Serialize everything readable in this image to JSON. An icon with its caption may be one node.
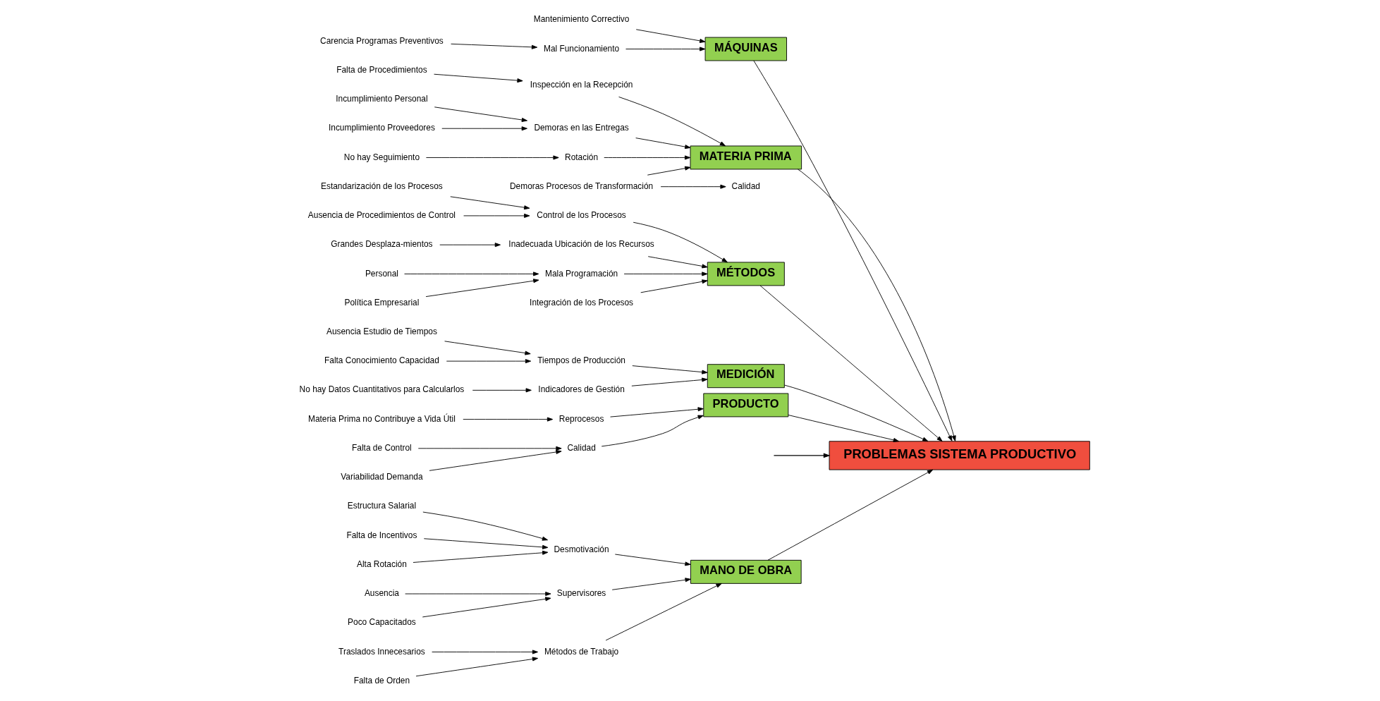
{
  "diagram": {
    "nodes": [
      {
        "text": [
          "MANO DE OBRA"
        ]
      },
      {
        "text": [
          "MÁQUINAS"
        ]
      },
      {
        "text": [
          "MATERIA PRIMA"
        ]
      },
      {
        "text": [
          "PROBLEMAS SISTEMA PRODUCTIVO"
        ]
      },
      {
        "text": [
          "MÉTODOS"
        ]
      },
      {
        "text": [
          "MEDICIÓN"
        ]
      },
      {
        "text": [
          "PRODUCTO"
        ]
      },
      {
        "text": [
          "Desmotivación"
        ]
      },
      {
        "text": [
          "Estructura Salarial"
        ]
      },
      {
        "text": [
          "Falta de Incentivos"
        ]
      },
      {
        "text": [
          "Alta Rotación"
        ]
      },
      {
        "text": [
          "Supervisores"
        ]
      },
      {
        "text": [
          "Ausencia"
        ]
      },
      {
        "text": [
          "Poco Capacitados"
        ]
      },
      {
        "text": [
          "Métodos de Trabajo"
        ]
      },
      {
        "text": [
          "Traslados Innecesarios"
        ]
      },
      {
        "text": [
          "Falta de Orden"
        ]
      },
      {
        "text": [
          "Mantenimiento Correctivo"
        ]
      },
      {
        "text": [
          "Mal Funcionamiento"
        ]
      },
      {
        "text": [
          "Carencia Programas Preventivos"
        ]
      },
      {
        "text": [
          "Inspección en la Recepción"
        ]
      },
      {
        "text": [
          "Falta de Procedimientos"
        ]
      },
      {
        "text": [
          "Demoras Procesos de Transformación"
        ]
      },
      {
        "text": [
          "Calidad"
        ]
      },
      {
        "text": [
          "Demoras en las Entregas"
        ]
      },
      {
        "text": [
          "Incumplimiento Personal"
        ]
      },
      {
        "text": [
          "Incumplimiento Proveedores"
        ]
      },
      {
        "text": [
          "Rotación"
        ]
      },
      {
        "text": [
          "No hay Seguimiento"
        ]
      },
      {
        "text": [
          "Control de los Procesos"
        ]
      },
      {
        "text": [
          "Estandarización de los Procesos"
        ]
      },
      {
        "text": [
          "Ausencia de Procedimientos de Control"
        ]
      },
      {
        "text": [
          "Inadecuada Ubicación de los Recursos"
        ]
      },
      {
        "text": [
          "Grandes Desplaza-mientos"
        ]
      },
      {
        "text": [
          "Mala Programación"
        ]
      },
      {
        "text": [
          "Personal"
        ]
      },
      {
        "text": [
          "Política Empresarial"
        ]
      },
      {
        "text": [
          "Integración de los Procesos"
        ]
      },
      {
        "text": [
          "Tiempos de Producción"
        ]
      },
      {
        "text": [
          "Ausencia Estudio de Tiempos"
        ]
      },
      {
        "text": [
          "Falta Conocimiento Capacidad"
        ]
      },
      {
        "text": [
          "Indicadores de Gestión"
        ]
      },
      {
        "text": [
          "No hay Datos Cuantitativos para Calcularlos"
        ]
      },
      {
        "text": [
          "Reprocesos"
        ]
      },
      {
        "text": [
          "Materia Prima no Contribuye a Vida Útil"
        ]
      },
      {
        "text": [
          "Calidad"
        ]
      },
      {
        "text": [
          "Falta de Control"
        ]
      },
      {
        "text": [
          "Variabilidad Demanda"
        ]
      }
    ],
    "edges": [
      {
        "from": null,
        "to": 3,
        "arrow": "to"
      },
      {
        "from": 0,
        "to": 3,
        "arrow": "to"
      },
      {
        "from": 1,
        "to": 3,
        "arrow": "to"
      },
      {
        "from": 2,
        "to": 3,
        "arrow": "to"
      },
      {
        "from": 4,
        "to": 3,
        "arrow": "to"
      },
      {
        "from": 5,
        "to": 3,
        "arrow": "to"
      },
      {
        "from": 6,
        "to": 3,
        "arrow": "to"
      },
      {
        "from": 7,
        "to": 0,
        "arrow": "to"
      },
      {
        "from": 8,
        "to": 7,
        "arrow": "to"
      },
      {
        "from": 9,
        "to": 7,
        "arrow": "to"
      },
      {
        "from": 10,
        "to": 7,
        "arrow": "to"
      },
      {
        "from": 11,
        "to": 0,
        "arrow": "to"
      },
      {
        "from": 12,
        "to": 11,
        "arrow": "to"
      },
      {
        "from": 13,
        "to": 11,
        "arrow": "to"
      },
      {
        "from": 14,
        "to": 0,
        "arrow": "to"
      },
      {
        "from": 15,
        "to": 14,
        "arrow": "to"
      },
      {
        "from": 16,
        "to": 14,
        "arrow": "to"
      },
      {
        "from": 17,
        "to": 1,
        "arrow": "to"
      },
      {
        "from": 18,
        "to": 1,
        "arrow": "to"
      },
      {
        "from": 19,
        "to": 18,
        "arrow": "to"
      },
      {
        "from": 20,
        "to": 2,
        "arrow": "to"
      },
      {
        "from": 21,
        "to": 20,
        "arrow": "to"
      },
      {
        "from": 22,
        "to": 2,
        "arrow": "to"
      },
      {
        "from": 22,
        "to": 23,
        "arrow": "to"
      },
      {
        "from": 24,
        "to": 2,
        "arrow": "to"
      },
      {
        "from": 25,
        "to": 24,
        "arrow": "to"
      },
      {
        "from": 26,
        "to": 24,
        "arrow": "to"
      },
      {
        "from": 27,
        "to": 2,
        "arrow": "to"
      },
      {
        "from": 28,
        "to": 27,
        "arrow": "to"
      },
      {
        "from": 29,
        "to": 4,
        "arrow": "to"
      },
      {
        "from": 30,
        "to": 29,
        "arrow": "to"
      },
      {
        "from": 31,
        "to": 29,
        "arrow": "to"
      },
      {
        "from": 32,
        "to": 4,
        "arrow": "to"
      },
      {
        "from": 33,
        "to": 32,
        "arrow": "to"
      },
      {
        "from": 34,
        "to": 4,
        "arrow": "to"
      },
      {
        "from": 35,
        "to": 34,
        "arrow": "to"
      },
      {
        "from": 36,
        "to": 34,
        "arrow": "to"
      },
      {
        "from": 37,
        "to": 4,
        "arrow": "to"
      },
      {
        "from": 38,
        "to": 5,
        "arrow": "to"
      },
      {
        "from": 39,
        "to": 38,
        "arrow": "to"
      },
      {
        "from": 40,
        "to": 38,
        "arrow": "to"
      },
      {
        "from": 41,
        "to": 5,
        "arrow": "to"
      },
      {
        "from": 42,
        "to": 41,
        "arrow": "to"
      },
      {
        "from": 43,
        "to": 6,
        "arrow": "to"
      },
      {
        "from": 44,
        "to": 43,
        "arrow": "to"
      },
      {
        "from": 45,
        "to": 6,
        "arrow": "to"
      },
      {
        "from": 46,
        "to": 45,
        "arrow": "to"
      },
      {
        "from": 47,
        "to": 45,
        "arrow": "to"
      }
    ]
  }
}
